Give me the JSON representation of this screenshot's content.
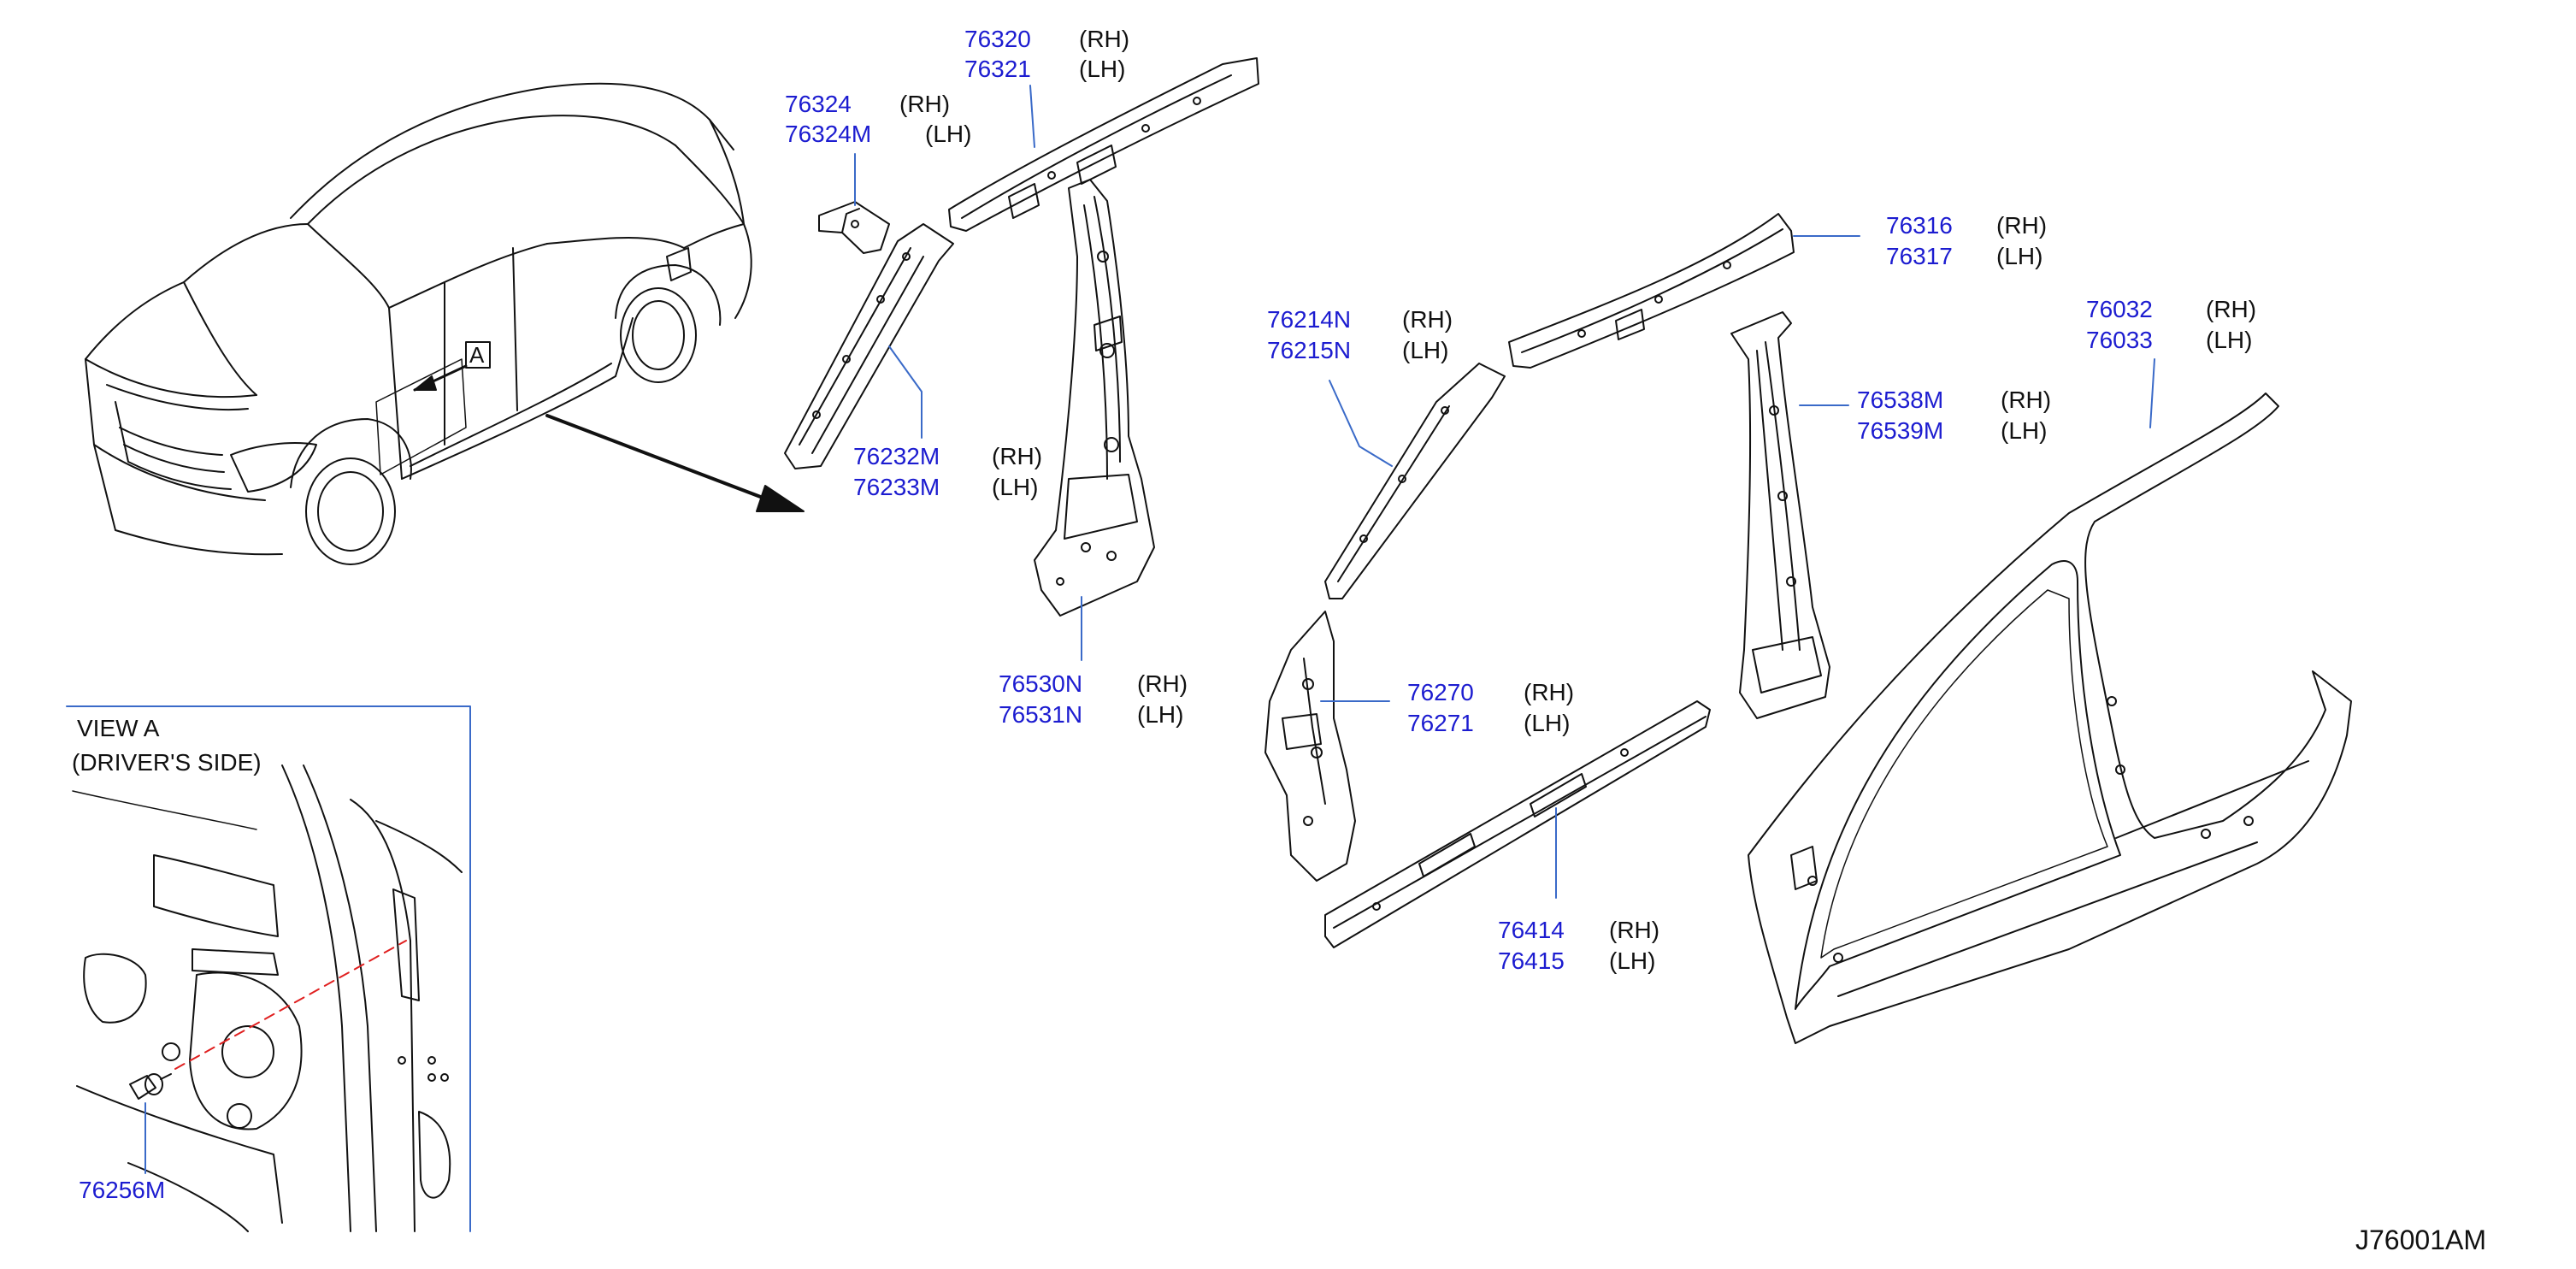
{
  "colors": {
    "part_number": "#1c1cd0",
    "line": "#111111",
    "leader": "#3a6ac8",
    "dash": "#e02020"
  },
  "callouts": [
    {
      "id": "c1",
      "part_rh": "76320",
      "part_lh": "76321"
    },
    {
      "id": "c2",
      "part_rh": "76324",
      "part_lh": "76324M"
    },
    {
      "id": "c3",
      "part_rh": "76232M",
      "part_lh": "76233M"
    },
    {
      "id": "c4",
      "part_rh": "76530N",
      "part_lh": "76531N"
    },
    {
      "id": "c5",
      "part_rh": "76316",
      "part_lh": "76317"
    },
    {
      "id": "c6",
      "part_rh": "76214N",
      "part_lh": "76215N"
    },
    {
      "id": "c7",
      "part_rh": "76032",
      "part_lh": "76033"
    },
    {
      "id": "c8",
      "part_rh": "76538M",
      "part_lh": "76539M"
    },
    {
      "id": "c9",
      "part_rh": "76270",
      "part_lh": "76271"
    },
    {
      "id": "c10",
      "part_rh": "76414",
      "part_lh": "76415"
    }
  ],
  "side": {
    "rh": "(RH)",
    "lh": "(LH)"
  },
  "view_a": {
    "title": "VIEW   A",
    "subtitle": "(DRIVER'S   SIDE)",
    "part": "76256M"
  },
  "marker": "A",
  "diagram_code": "J76001AM"
}
